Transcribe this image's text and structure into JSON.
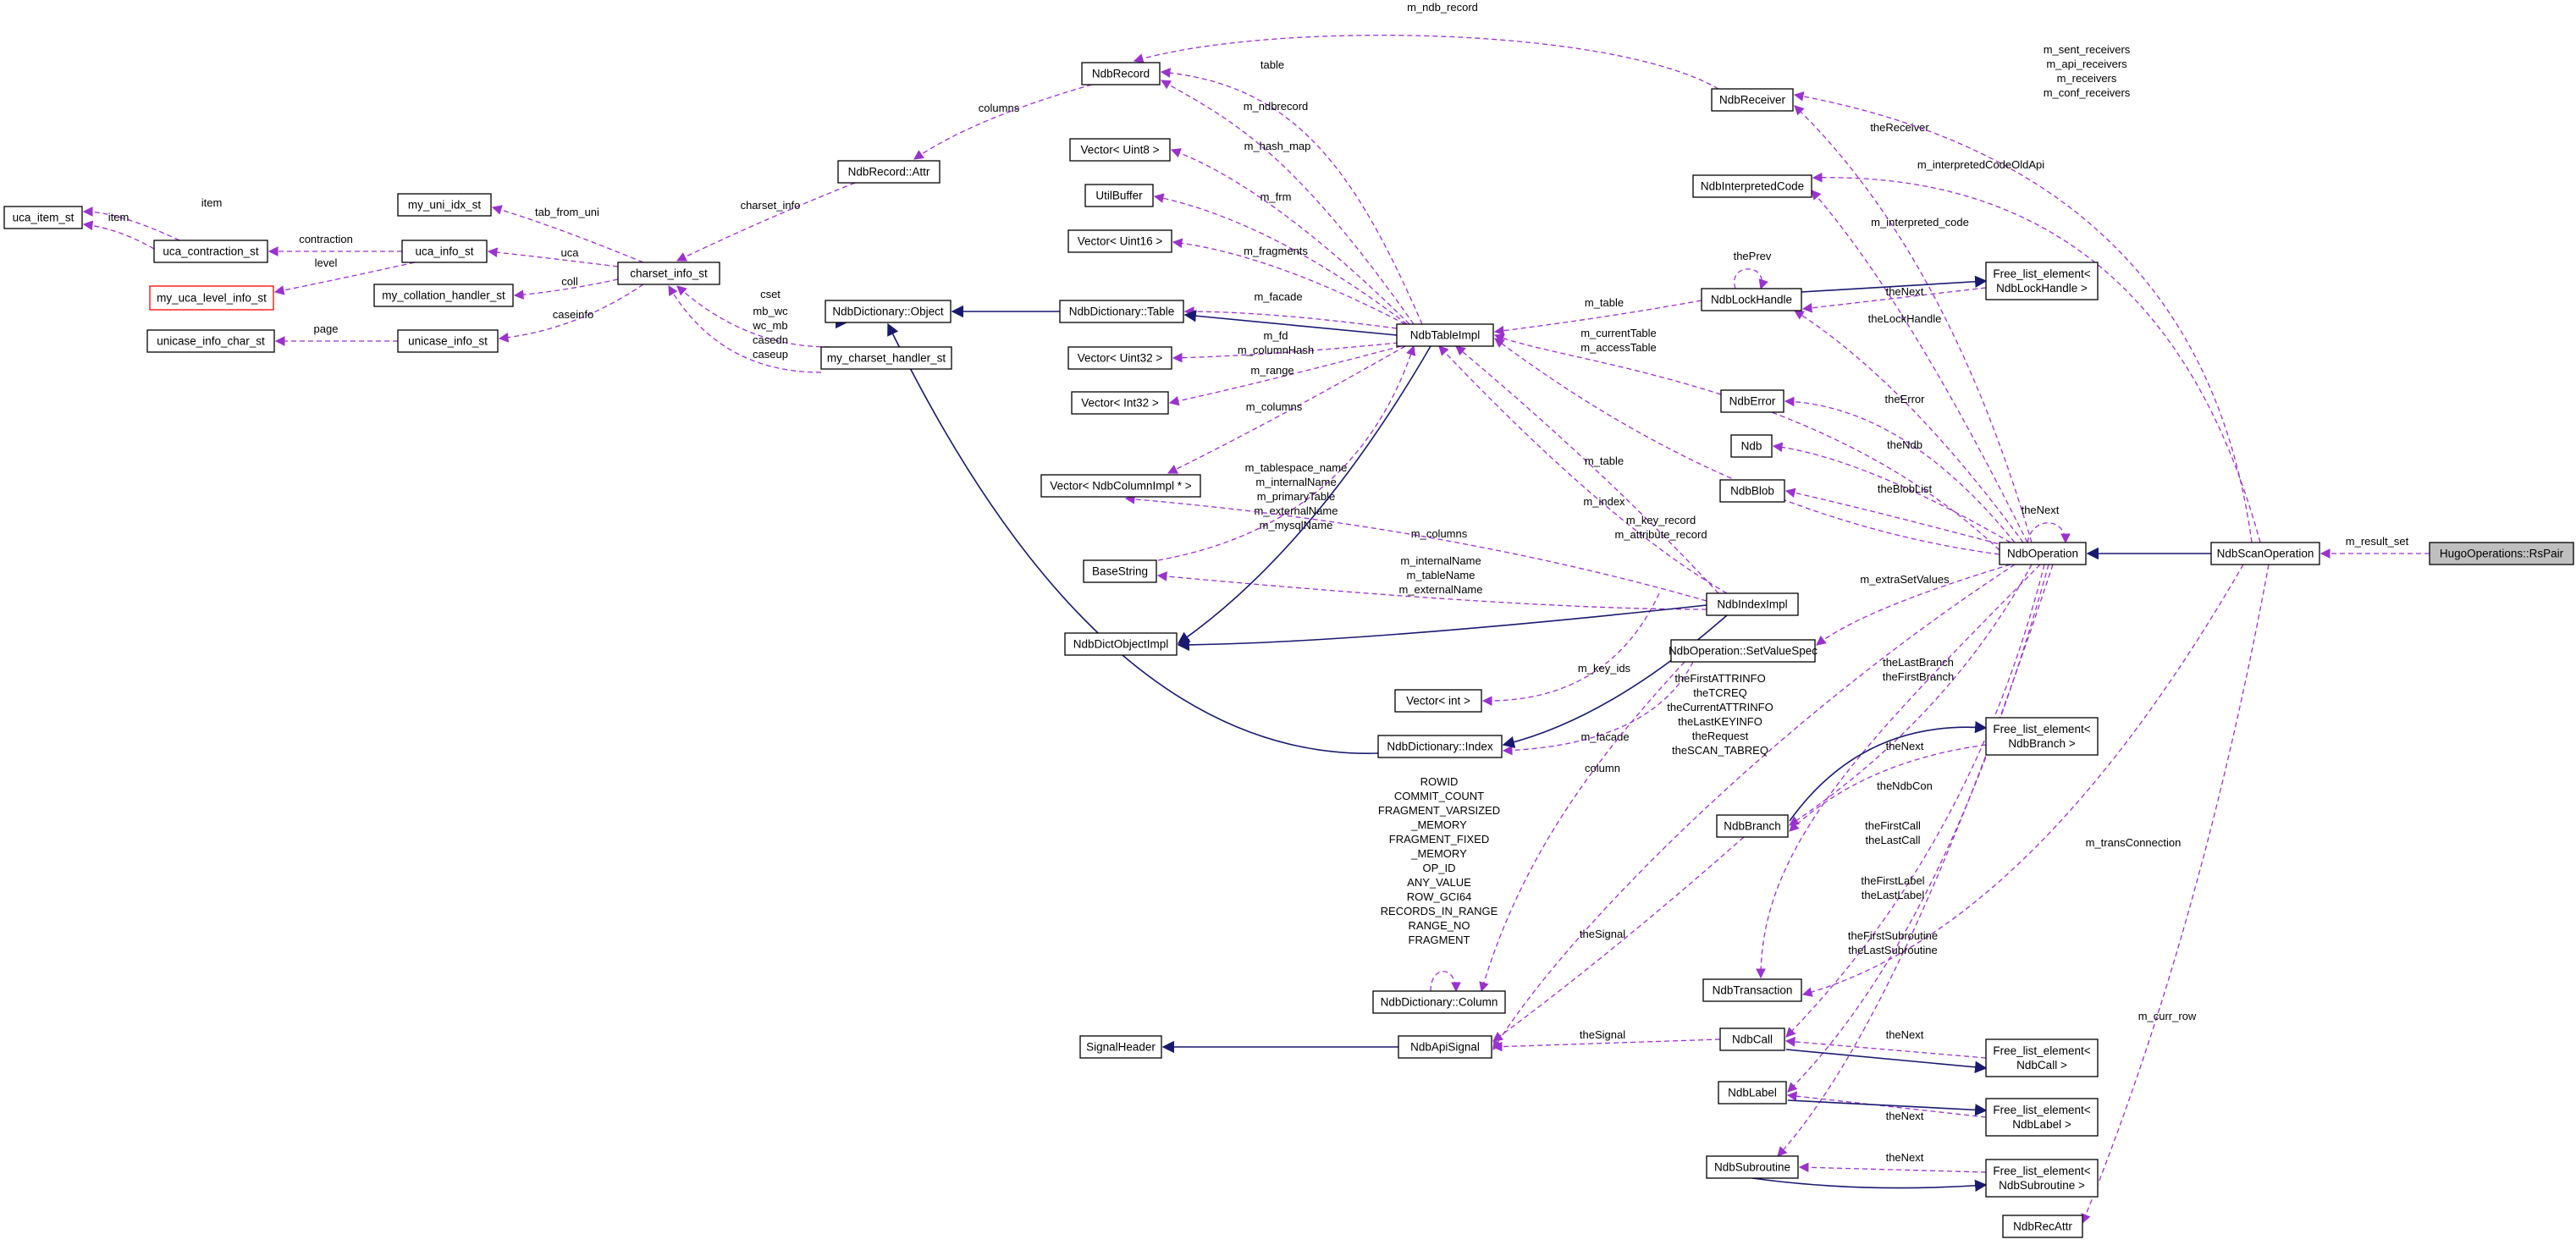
{
  "colors": {
    "inherit": "#191970",
    "use": "#9a32cd",
    "highlight": "#bfbfbf",
    "warn": "#ff0000"
  },
  "nodes": [
    {
      "id": "uca_item_st",
      "lines": [
        "uca_item_st"
      ]
    },
    {
      "id": "uca_contraction_st",
      "lines": [
        "uca_contraction_st"
      ]
    },
    {
      "id": "my_uca_level_info_st",
      "lines": [
        "my_uca_level_info_st"
      ],
      "style": "red"
    },
    {
      "id": "unicase_info_char_st",
      "lines": [
        "unicase_info_char_st"
      ]
    },
    {
      "id": "my_uni_idx_st",
      "lines": [
        "my_uni_idx_st"
      ]
    },
    {
      "id": "uca_info_st",
      "lines": [
        "uca_info_st"
      ]
    },
    {
      "id": "my_collation_handler_st",
      "lines": [
        "my_collation_handler_st"
      ]
    },
    {
      "id": "unicase_info_st",
      "lines": [
        "unicase_info_st"
      ]
    },
    {
      "id": "charset_info_st",
      "lines": [
        "charset_info_st"
      ]
    },
    {
      "id": "NdbRecord_Attr",
      "lines": [
        "NdbRecord::Attr"
      ]
    },
    {
      "id": "my_charset_handler_st",
      "lines": [
        "my_charset_handler_st"
      ]
    },
    {
      "id": "NdbDictionary_Object",
      "lines": [
        "NdbDictionary::Object"
      ]
    },
    {
      "id": "NdbRecord",
      "lines": [
        "NdbRecord"
      ]
    },
    {
      "id": "Vector_Uint8",
      "lines": [
        "Vector< Uint8 >"
      ]
    },
    {
      "id": "UtilBuffer",
      "lines": [
        "UtilBuffer"
      ]
    },
    {
      "id": "Vector_Uint16",
      "lines": [
        "Vector< Uint16 >"
      ]
    },
    {
      "id": "NdbDictionary_Table",
      "lines": [
        "NdbDictionary::Table"
      ]
    },
    {
      "id": "Vector_Uint32",
      "lines": [
        "Vector< Uint32 >"
      ]
    },
    {
      "id": "Vector_Int32",
      "lines": [
        "Vector< Int32 >"
      ]
    },
    {
      "id": "Vector_NdbColumnImpl",
      "lines": [
        "Vector< NdbColumnImpl * >"
      ]
    },
    {
      "id": "BaseString",
      "lines": [
        "BaseString"
      ]
    },
    {
      "id": "NdbDictObjectImpl",
      "lines": [
        "NdbDictObjectImpl"
      ]
    },
    {
      "id": "Vector_int",
      "lines": [
        "Vector< int >"
      ]
    },
    {
      "id": "NdbDictionary_Index",
      "lines": [
        "NdbDictionary::Index"
      ]
    },
    {
      "id": "NdbTableImpl",
      "lines": [
        "NdbTableImpl"
      ]
    },
    {
      "id": "NdbDictionary_Column",
      "lines": [
        "NdbDictionary::Column"
      ]
    },
    {
      "id": "SignalHeader",
      "lines": [
        "SignalHeader"
      ]
    },
    {
      "id": "NdbApiSignal",
      "lines": [
        "NdbApiSignal"
      ]
    },
    {
      "id": "NdbReceiver",
      "lines": [
        "NdbReceiver"
      ]
    },
    {
      "id": "NdbInterpretedCode",
      "lines": [
        "NdbInterpretedCode"
      ]
    },
    {
      "id": "NdbLockHandle",
      "lines": [
        "NdbLockHandle"
      ]
    },
    {
      "id": "NdbError",
      "lines": [
        "NdbError"
      ]
    },
    {
      "id": "Ndb",
      "lines": [
        "Ndb"
      ]
    },
    {
      "id": "NdbBlob",
      "lines": [
        "NdbBlob"
      ]
    },
    {
      "id": "NdbIndexImpl",
      "lines": [
        "NdbIndexImpl"
      ]
    },
    {
      "id": "SetValueSpec",
      "lines": [
        "NdbOperation::SetValueSpec"
      ]
    },
    {
      "id": "NdbBranch",
      "lines": [
        "NdbBranch"
      ]
    },
    {
      "id": "NdbTransaction",
      "lines": [
        "NdbTransaction"
      ]
    },
    {
      "id": "NdbCall",
      "lines": [
        "NdbCall"
      ]
    },
    {
      "id": "NdbLabel",
      "lines": [
        "NdbLabel"
      ]
    },
    {
      "id": "NdbSubroutine",
      "lines": [
        "NdbSubroutine"
      ]
    },
    {
      "id": "FLE_NdbLockHandle",
      "lines": [
        "Free_list_element<",
        "NdbLockHandle >"
      ]
    },
    {
      "id": "FLE_NdbBranch",
      "lines": [
        "Free_list_element<",
        "NdbBranch >"
      ]
    },
    {
      "id": "FLE_NdbCall",
      "lines": [
        "Free_list_element<",
        "NdbCall >"
      ]
    },
    {
      "id": "FLE_NdbLabel",
      "lines": [
        "Free_list_element<",
        "NdbLabel >"
      ]
    },
    {
      "id": "FLE_NdbSubroutine",
      "lines": [
        "Free_list_element<",
        "NdbSubroutine >"
      ]
    },
    {
      "id": "NdbOperation",
      "lines": [
        "NdbOperation"
      ]
    },
    {
      "id": "NdbScanOperation",
      "lines": [
        "NdbScanOperation"
      ]
    },
    {
      "id": "NdbRecAttr",
      "lines": [
        "NdbRecAttr"
      ]
    },
    {
      "id": "HugoOperations_RsPair",
      "lines": [
        "HugoOperations::RsPair"
      ],
      "style": "highlight"
    }
  ],
  "edges": [
    {
      "kind": "use",
      "labels": [
        "item"
      ]
    },
    {
      "kind": "use",
      "labels": [
        "item"
      ]
    },
    {
      "kind": "use",
      "labels": [
        "contraction"
      ]
    },
    {
      "kind": "use",
      "labels": [
        "level"
      ]
    },
    {
      "kind": "use",
      "labels": [
        "page"
      ]
    },
    {
      "kind": "use",
      "labels": [
        "tab_from_uni"
      ]
    },
    {
      "kind": "use",
      "labels": [
        "uca"
      ]
    },
    {
      "kind": "use",
      "labels": [
        "coll"
      ]
    },
    {
      "kind": "use",
      "labels": [
        "caseinfo"
      ]
    },
    {
      "kind": "use",
      "labels": [
        "charset_info"
      ]
    },
    {
      "kind": "use",
      "labels": [
        "cset"
      ]
    },
    {
      "kind": "use",
      "labels": [
        "mb_wc",
        "wc_mb",
        "casedn",
        "caseup"
      ]
    },
    {
      "kind": "use",
      "labels": [
        "columns"
      ]
    },
    {
      "kind": "use",
      "labels": [
        "m_ndb_record"
      ]
    },
    {
      "kind": "use",
      "labels": [
        "table"
      ]
    },
    {
      "kind": "use",
      "labels": [
        "m_ndbrecord"
      ]
    },
    {
      "kind": "use",
      "labels": [
        "m_hash_map"
      ]
    },
    {
      "kind": "use",
      "labels": [
        "m_frm"
      ]
    },
    {
      "kind": "use",
      "labels": [
        "m_fragments"
      ]
    },
    {
      "kind": "use",
      "labels": [
        "m_facade"
      ]
    },
    {
      "kind": "use",
      "labels": [
        "m_fd",
        "m_columnHash"
      ]
    },
    {
      "kind": "use",
      "labels": [
        "m_range"
      ]
    },
    {
      "kind": "use",
      "labels": [
        "m_columns"
      ]
    },
    {
      "kind": "use",
      "labels": [
        "m_tablespace_name",
        "m_internalName",
        "m_primaryTable",
        "m_externalName",
        "m_mysqlName"
      ]
    },
    {
      "kind": "use",
      "labels": [
        "m_columns"
      ]
    },
    {
      "kind": "use",
      "labels": [
        "m_internalName",
        "m_tableName",
        "m_externalName"
      ]
    },
    {
      "kind": "use",
      "labels": [
        "m_table"
      ]
    },
    {
      "kind": "use",
      "labels": [
        "m_index"
      ]
    },
    {
      "kind": "use",
      "labels": [
        "m_key_ids"
      ]
    },
    {
      "kind": "use",
      "labels": [
        "m_facade"
      ]
    },
    {
      "kind": "use",
      "labels": [
        "m_table"
      ]
    },
    {
      "kind": "use",
      "labels": [
        "m_key_record",
        "m_attribute_record"
      ]
    },
    {
      "kind": "use",
      "labels": [
        "m_currentTable",
        "m_accessTable"
      ]
    },
    {
      "kind": "use",
      "labels": [
        "column"
      ]
    },
    {
      "kind": "use",
      "labels": [
        "ROWID",
        "COMMIT_COUNT",
        "FRAGMENT_VARSIZED",
        "_MEMORY",
        "FRAGMENT_FIXED",
        "_MEMORY",
        "OP_ID",
        "ANY_VALUE",
        "ROW_GCI64",
        "RECORDS_IN_RANGE",
        "RANGE_NO",
        "FRAGMENT"
      ]
    },
    {
      "kind": "use",
      "labels": [
        "theSignal"
      ]
    },
    {
      "kind": "use",
      "labels": [
        "theSignal"
      ]
    },
    {
      "kind": "use",
      "labels": [
        "theFirstATTRINFO",
        "theTCREQ",
        "theCurrentATTRINFO",
        "theLastKEYINFO",
        "theRequest",
        "theSCAN_TABREQ"
      ]
    },
    {
      "kind": "use",
      "labels": [
        "theReceiver"
      ]
    },
    {
      "kind": "use",
      "labels": [
        "m_sent_receivers",
        "m_api_receivers",
        "m_receivers",
        "m_conf_receivers"
      ]
    },
    {
      "kind": "use",
      "labels": [
        "m_interpreted_code"
      ]
    },
    {
      "kind": "use",
      "labels": [
        "m_interpretedCodeOldApi"
      ]
    },
    {
      "kind": "use",
      "labels": [
        "thePrev"
      ]
    },
    {
      "kind": "use",
      "labels": [
        "theNext"
      ]
    },
    {
      "kind": "use",
      "labels": [
        "theLockHandle"
      ]
    },
    {
      "kind": "use",
      "labels": [
        "theError"
      ]
    },
    {
      "kind": "use",
      "labels": [
        "theNdb"
      ]
    },
    {
      "kind": "use",
      "labels": [
        "theBlobList"
      ]
    },
    {
      "kind": "use",
      "labels": [
        "theNext"
      ]
    },
    {
      "kind": "use",
      "labels": [
        "m_extraSetValues"
      ]
    },
    {
      "kind": "use",
      "labels": [
        "theLastBranch",
        "theFirstBranch"
      ]
    },
    {
      "kind": "use",
      "labels": [
        "theNext"
      ]
    },
    {
      "kind": "use",
      "labels": [
        "theNdbCon"
      ]
    },
    {
      "kind": "use",
      "labels": [
        "m_transConnection"
      ]
    },
    {
      "kind": "use",
      "labels": [
        "theFirstCall",
        "theLastCall"
      ]
    },
    {
      "kind": "use",
      "labels": [
        "theNext"
      ]
    },
    {
      "kind": "use",
      "labels": [
        "theFirstLabel",
        "theLastLabel"
      ]
    },
    {
      "kind": "use",
      "labels": [
        "theNext"
      ]
    },
    {
      "kind": "use",
      "labels": [
        "theFirstSubroutine",
        "theLastSubroutine"
      ]
    },
    {
      "kind": "use",
      "labels": [
        "theNext"
      ]
    },
    {
      "kind": "use",
      "labels": [
        "m_curr_row"
      ]
    },
    {
      "kind": "use",
      "labels": [
        "m_result_set"
      ]
    },
    {
      "kind": "inherit",
      "labels": []
    },
    {
      "kind": "inherit",
      "labels": []
    },
    {
      "kind": "inherit",
      "labels": []
    },
    {
      "kind": "inherit",
      "labels": []
    },
    {
      "kind": "inherit",
      "labels": []
    },
    {
      "kind": "inherit",
      "labels": []
    },
    {
      "kind": "inherit",
      "labels": []
    },
    {
      "kind": "inherit",
      "labels": []
    },
    {
      "kind": "inherit",
      "labels": []
    },
    {
      "kind": "inherit",
      "labels": []
    },
    {
      "kind": "inherit",
      "labels": []
    },
    {
      "kind": "inherit",
      "labels": []
    },
    {
      "kind": "inherit",
      "labels": []
    },
    {
      "kind": "inherit",
      "labels": []
    }
  ]
}
